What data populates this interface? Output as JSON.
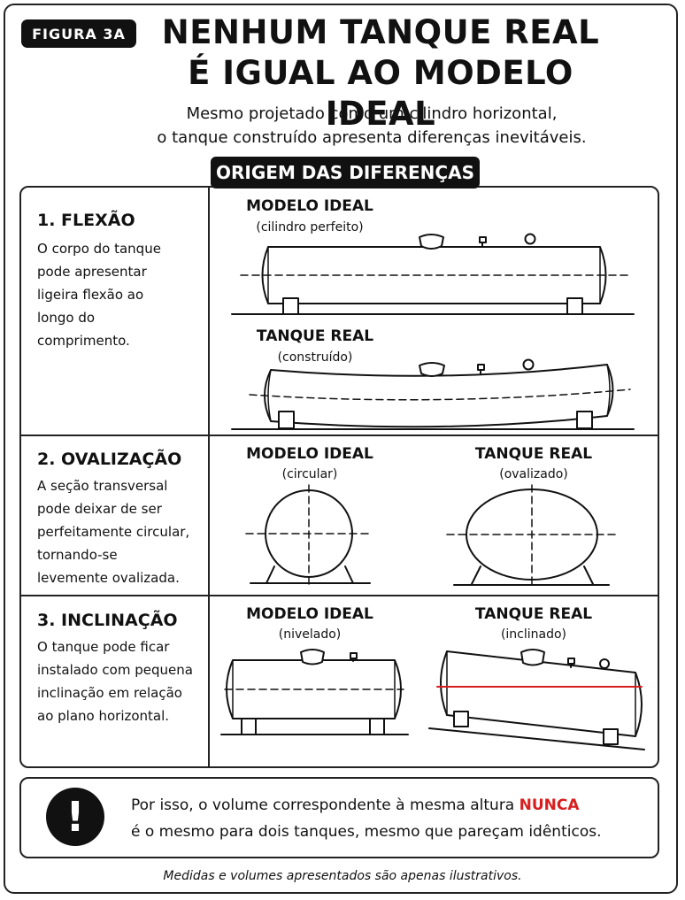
{
  "header": {
    "tag": "FIGURA 3A",
    "title_line1": "NENHUM TANQUE REAL",
    "title_line2": "É IGUAL AO MODELO IDEAL",
    "subtitle_line1": "Mesmo projetado como um cilindro horizontal,",
    "subtitle_line2": "o tanque construído apresenta diferenças inevitáveis.",
    "section_pill": "ORIGEM DAS DIFERENÇAS"
  },
  "sections": [
    {
      "title": "1. FLEXÃO",
      "body": [
        "O corpo do tanque",
        "pode apresentar",
        "ligeira flexão ao",
        "longo do",
        "comprimento."
      ],
      "ideal_label": "MODELO IDEAL",
      "ideal_caption": "(cilindro perfeito)",
      "real_label": "TANQUE REAL",
      "real_caption": "(construído)"
    },
    {
      "title": "2. OVALIZAÇÃO",
      "body": [
        "A seção transversal",
        "pode deixar de ser",
        "perfeitamente circular,",
        "tornando-se",
        "levemente ovalizada."
      ],
      "ideal_label": "MODELO IDEAL",
      "ideal_caption": "(circular)",
      "real_label": "TANQUE REAL",
      "real_caption": "(ovalizado)"
    },
    {
      "title": "3. INCLINAÇÃO",
      "body": [
        "O tanque pode ficar",
        "instalado com pequena",
        "inclinação em relação",
        "ao plano horizontal."
      ],
      "ideal_label": "MODELO IDEAL",
      "ideal_caption": "(nivelado)",
      "real_label": "TANQUE REAL",
      "real_caption": "(inclinado)"
    }
  ],
  "note": {
    "icon": "exclamation-icon",
    "line1_pre": "Por isso, o volume correspondente à mesma altura ",
    "line1_emph": "NUNCA",
    "line2": "é o mesmo para dois tanques, mesmo que pareçam idênticos."
  },
  "footer": "Medidas e volumes apresentados são apenas ilustrativos.",
  "colors": {
    "ink": "#111111",
    "accent_red": "#d81e1e"
  }
}
